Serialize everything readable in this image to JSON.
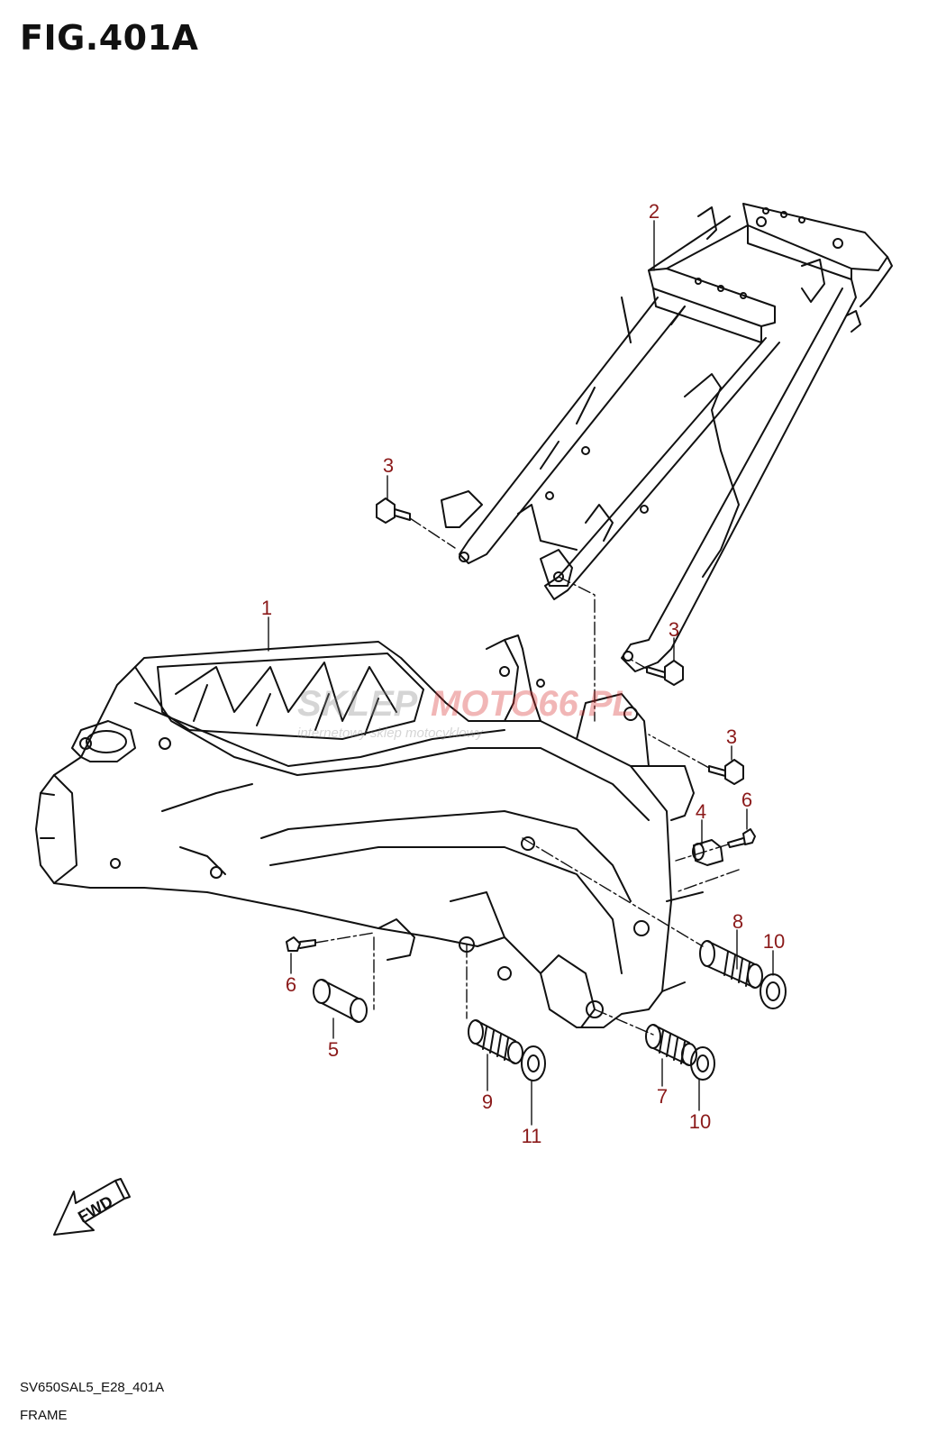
{
  "header": {
    "title": "FIG.401A"
  },
  "watermark": {
    "brand_left": "SKLEP",
    "brand_right": "MOTO66.PL",
    "tagline": "internetowy sklep motocyklowy"
  },
  "callouts": [
    "1",
    "2",
    "3",
    "3",
    "3",
    "4",
    "5",
    "6",
    "6",
    "7",
    "8",
    "9",
    "10",
    "10",
    "11"
  ],
  "fwd": {
    "label": "FWD"
  },
  "footer": {
    "code": "SV650SAL5_E28_401A",
    "name": "FRAME"
  },
  "colors": {
    "callout": "#8b1a1a",
    "line": "#111111",
    "watermark_red": "#d93030"
  }
}
